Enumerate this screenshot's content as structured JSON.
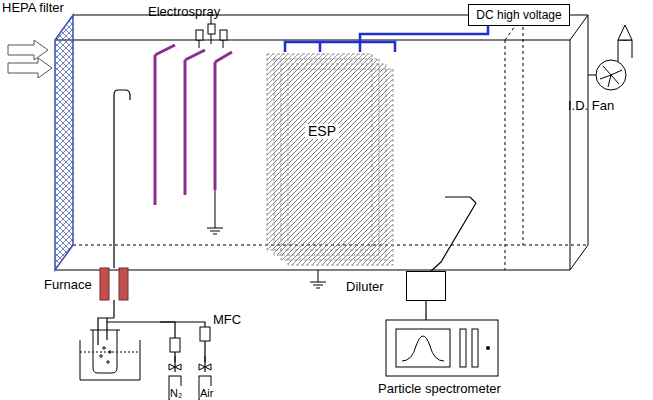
{
  "diagram": {
    "nodes": [
      {
        "text": [
          "DC high voltage"
        ]
      },
      {
        "text": [
          "ESP"
        ]
      },
      {
        "text": [
          "Diluter"
        ]
      },
      {
        "text": [
          "Particle spectrometer"
        ]
      }
    ],
    "edges": [
      {
        "from": 0,
        "to": 1,
        "arrow": "none"
      },
      {
        "from": 2,
        "to": 3,
        "arrow": "none"
      }
    ],
    "labels": [
      "HEPA filter",
      "Electrospray",
      "Furnace",
      "MFC",
      "I.D. Fan",
      "N₂",
      "Air"
    ]
  }
}
